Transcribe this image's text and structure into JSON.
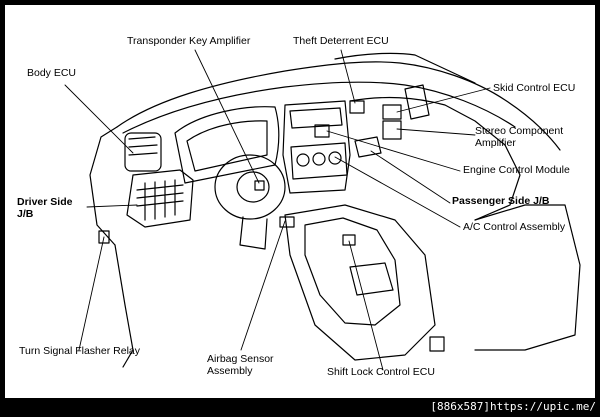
{
  "labels": {
    "transponder_key_amplifier": "Transponder Key Amplifier",
    "theft_deterrent_ecu": "Theft Deterrent ECU",
    "body_ecu": "Body ECU",
    "skid_control_ecu": "Skid Control ECU",
    "stereo_component_amplifier": "Stereo Component\nAmplifier",
    "engine_control_module": "Engine Control Module",
    "driver_side_jb": "Driver Side\nJ/B",
    "passenger_side_jb": "Passenger Side J/B",
    "ac_control_assembly": "A/C Control Assembly",
    "turn_signal_flasher_relay": "Turn Signal Flasher Relay",
    "airbag_sensor_assembly": "Airbag Sensor\nAssembly",
    "shift_lock_control_ecu": "Shift Lock Control ECU"
  },
  "watermark": "[886x587]https://upic.me/"
}
